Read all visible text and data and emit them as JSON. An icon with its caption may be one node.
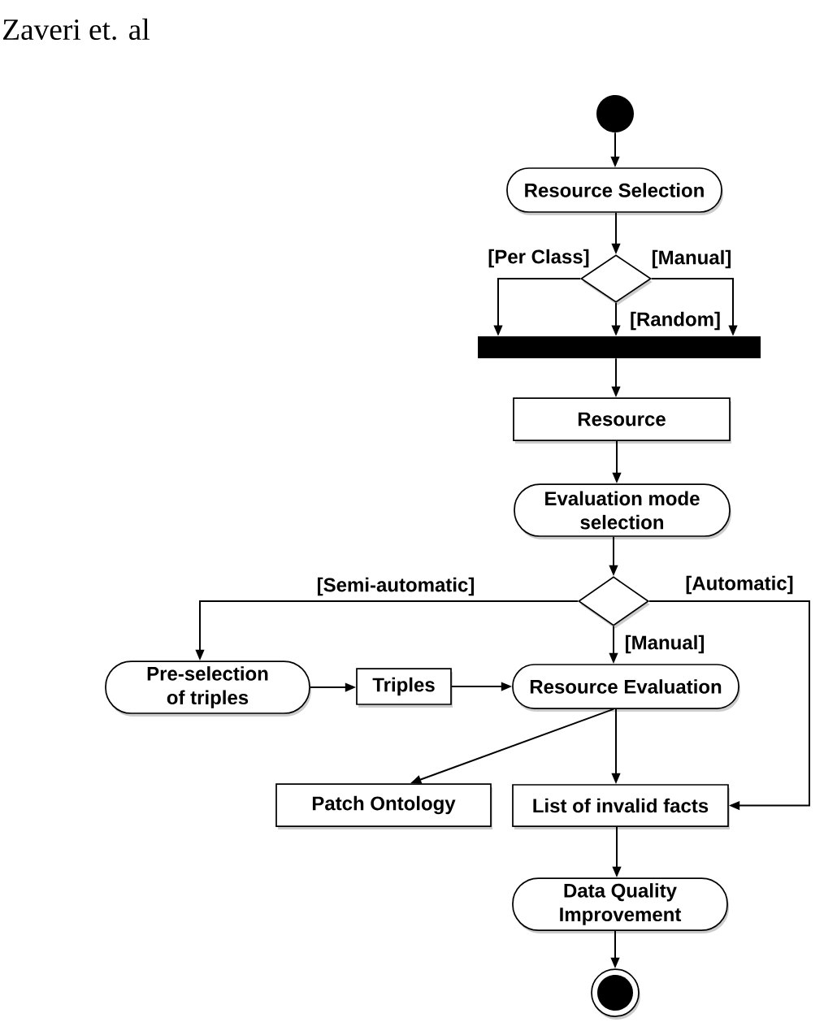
{
  "diagram": {
    "nodes": [
      {
        "text": [],
        "shape": "circle"
      },
      {
        "text": [
          "Resource Selection"
        ]
      },
      {
        "text": [],
        "shape": "diamond"
      },
      {
        "text": [],
        "shape": "bar"
      },
      {
        "text": [
          "Resource"
        ]
      },
      {
        "text": [
          "Evaluation mode selection"
        ]
      },
      {
        "text": [],
        "shape": "diamond"
      },
      {
        "text": [
          "Pre-selection of triples"
        ]
      },
      {
        "text": [
          "Triples"
        ]
      },
      {
        "text": [
          "Resource Evaluation"
        ]
      },
      {
        "text": [
          "Patch Ontology"
        ]
      },
      {
        "text": [
          "List of invalid facts"
        ]
      },
      {
        "text": [
          "Data Quality Improvement"
        ]
      },
      {
        "text": [],
        "shape": "circle"
      }
    ],
    "edges": [
      {
        "from": 0,
        "to": 1,
        "arrow": "to"
      },
      {
        "from": 1,
        "to": 2,
        "arrow": "to"
      },
      {
        "from": 2,
        "to": 3,
        "arrow": "to",
        "label": "[Per Class]"
      },
      {
        "from": 2,
        "to": 3,
        "arrow": "to",
        "label": "[Random]"
      },
      {
        "from": 2,
        "to": 3,
        "arrow": "to",
        "label": "[Manual]"
      },
      {
        "from": 3,
        "to": 4,
        "arrow": "to"
      },
      {
        "from": 4,
        "to": 5,
        "arrow": "to"
      },
      {
        "from": 5,
        "to": 6,
        "arrow": "to"
      },
      {
        "from": 6,
        "to": 7,
        "arrow": "to",
        "label": "[Semi-automatic]"
      },
      {
        "from": 6,
        "to": 9,
        "arrow": "to",
        "label": "[Manual]"
      },
      {
        "from": 6,
        "to": 11,
        "arrow": "to",
        "label": "[Automatic]"
      },
      {
        "from": 7,
        "to": 8,
        "arrow": "to"
      },
      {
        "from": 8,
        "to": 9,
        "arrow": "to"
      },
      {
        "from": 9,
        "to": 10,
        "arrow": "to"
      },
      {
        "from": 9,
        "to": 11,
        "arrow": "to"
      },
      {
        "from": 11,
        "to": 12,
        "arrow": "to"
      },
      {
        "from": 12,
        "to": 13,
        "arrow": "to"
      }
    ],
    "labels": [
      "Zaveri et. al"
    ]
  }
}
